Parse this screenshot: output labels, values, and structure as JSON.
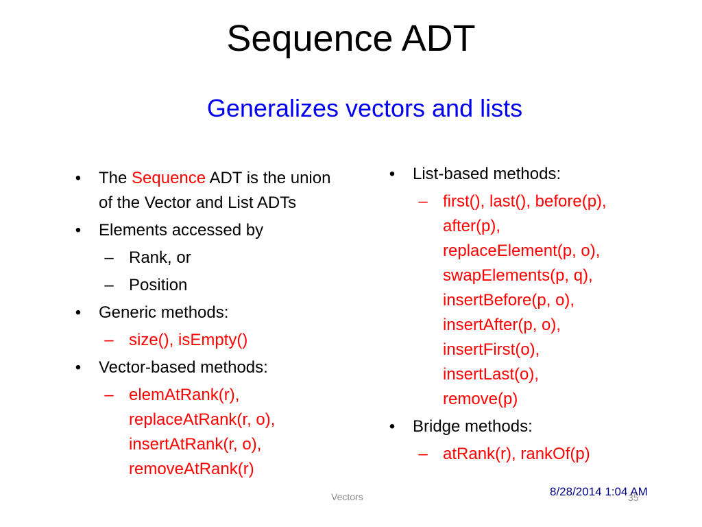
{
  "title": "Sequence ADT",
  "subtitle": "Generalizes vectors and lists",
  "left": {
    "b1_pre": "The ",
    "b1_red": "Sequence",
    "b1_post": " ADT is the union",
    "b1_line2": "of the Vector and List ADTs",
    "b2": "Elements accessed by",
    "b2_sub1": "Rank, or",
    "b2_sub2": "Position",
    "b3": "Generic methods:",
    "b3_sub": "size(), isEmpty()",
    "b4": "Vector-based methods:",
    "b4_sub": [
      "elemAtRank(r),",
      "replaceAtRank(r, o),",
      "insertAtRank(r, o),",
      "removeAtRank(r)"
    ]
  },
  "right": {
    "b1": "List-based methods:",
    "b1_sub": [
      "first(), last(), before(p),",
      "after(p),",
      "replaceElement(p, o),",
      "swapElements(p, q),",
      "insertBefore(p, o),",
      "insertAfter(p, o),",
      "insertFirst(o),",
      "insertLast(o),",
      "remove(p)"
    ],
    "b2": "Bridge methods:",
    "b2_sub": "atRank(r), rankOf(p)"
  },
  "footer": {
    "center": "Vectors",
    "date": "8/28/2014 1:04 AM",
    "page": "35"
  },
  "glyphs": {
    "bullet": "•",
    "dash": "–"
  },
  "colors": {
    "subtitle": "#0000ee",
    "highlight": "#ff0000",
    "date": "#000080"
  }
}
